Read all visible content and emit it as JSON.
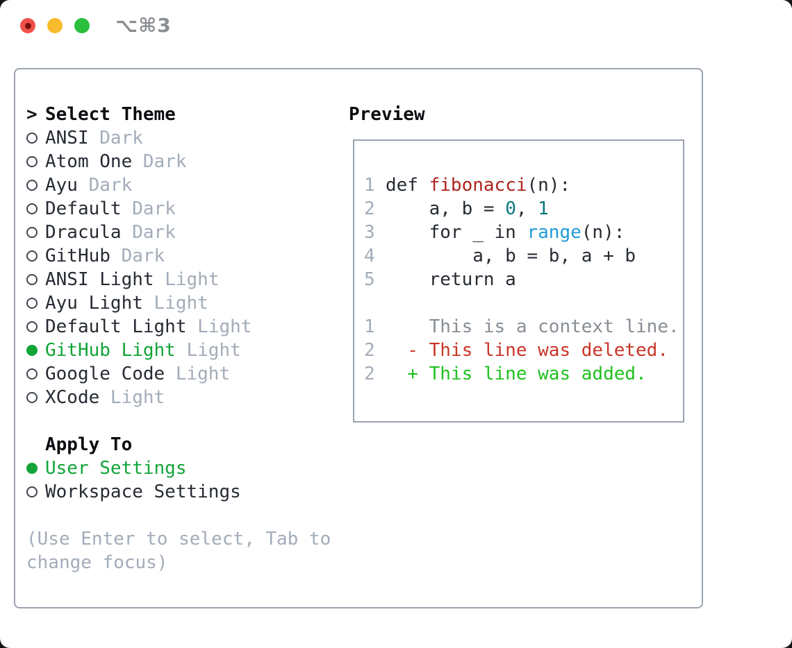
{
  "titlebar": {
    "shortcut": "⌥⌘3",
    "traffic_light_colors": {
      "close": "#f1514a",
      "minimize": "#f9bb2e",
      "zoom": "#2abf3d"
    }
  },
  "theme_selector": {
    "cursor": ">",
    "title": "Select Theme",
    "items": [
      {
        "name": "ANSI",
        "variant": "Dark",
        "selected": false
      },
      {
        "name": "Atom One",
        "variant": "Dark",
        "selected": false
      },
      {
        "name": "Ayu",
        "variant": "Dark",
        "selected": false
      },
      {
        "name": "Default",
        "variant": "Dark",
        "selected": false
      },
      {
        "name": "Dracula",
        "variant": "Dark",
        "selected": false
      },
      {
        "name": "GitHub",
        "variant": "Dark",
        "selected": false
      },
      {
        "name": "ANSI Light",
        "variant": "Light",
        "selected": false
      },
      {
        "name": "Ayu Light",
        "variant": "Light",
        "selected": false
      },
      {
        "name": "Default Light",
        "variant": "Light",
        "selected": false
      },
      {
        "name": "GitHub Light",
        "variant": "Light",
        "selected": true
      },
      {
        "name": "Google Code",
        "variant": "Light",
        "selected": false
      },
      {
        "name": "XCode",
        "variant": "Light",
        "selected": false
      }
    ]
  },
  "apply_to": {
    "title": "Apply To",
    "options": [
      {
        "label": "User Settings",
        "selected": true
      },
      {
        "label": "Workspace Settings",
        "selected": false
      }
    ]
  },
  "help_text": "(Use Enter to select, Tab to change focus)",
  "preview": {
    "title": "Preview",
    "colors": {
      "accent_green": "#12a438",
      "function_red": "#ad241e",
      "number_teal": "#0c757c",
      "builtin_blue": "#1e9cd7",
      "diff_deleted_red": "#c93527",
      "diff_added_green": "#1fc01f",
      "muted_gray": "#a3acb9",
      "context_gray": "#878e96",
      "border_gray": "#9aa3ae"
    },
    "code_lines": [
      {
        "n": "1",
        "segments": [
          {
            "t": "def ",
            "c": "plain"
          },
          {
            "t": "fibonacci",
            "c": "func"
          },
          {
            "t": "(n):",
            "c": "plain"
          }
        ]
      },
      {
        "n": "2",
        "segments": [
          {
            "t": "    a, b = ",
            "c": "plain"
          },
          {
            "t": "0",
            "c": "num"
          },
          {
            "t": ", ",
            "c": "plain"
          },
          {
            "t": "1",
            "c": "num"
          }
        ]
      },
      {
        "n": "3",
        "segments": [
          {
            "t": "    for _ in ",
            "c": "plain"
          },
          {
            "t": "range",
            "c": "builtin"
          },
          {
            "t": "(n):",
            "c": "plain"
          }
        ]
      },
      {
        "n": "4",
        "segments": [
          {
            "t": "        a, b = b, a + b",
            "c": "plain"
          }
        ]
      },
      {
        "n": "5",
        "segments": [
          {
            "t": "    return a",
            "c": "plain"
          }
        ]
      },
      {
        "n": "",
        "segments": []
      },
      {
        "n": "1",
        "segments": [
          {
            "t": "    This is a context line.",
            "c": "context"
          }
        ]
      },
      {
        "n": "2",
        "segments": [
          {
            "t": "  - This line was deleted.",
            "c": "deleted"
          }
        ]
      },
      {
        "n": "2",
        "segments": [
          {
            "t": "  + This line was added.",
            "c": "added"
          }
        ]
      }
    ]
  }
}
